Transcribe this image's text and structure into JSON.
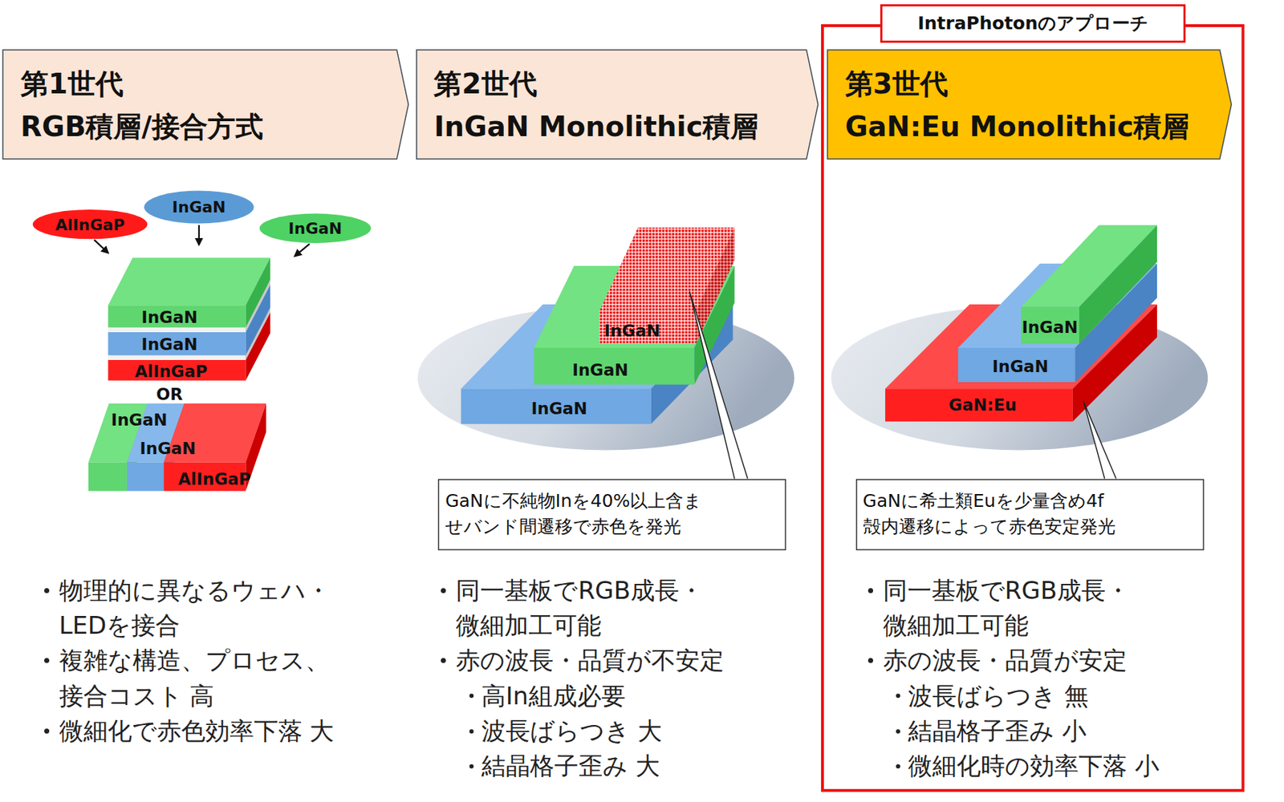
{
  "diagram": {
    "nodes": [
      {
        "text": [
          "第1世代",
          "RGB積層/接合方式"
        ]
      },
      {
        "text": [
          "第2世代",
          "InGaN Monolithic積層"
        ]
      },
      {
        "text": [
          "IntraPhotonのアプローチ"
        ]
      },
      {
        "text": [
          "第3世代",
          "GaN:Eu Monolithic積層"
        ],
        "in": 2
      },
      {
        "text": [
          "GaNに不純物Inを40%以上含ま せバンド間遷移で赤色を発光"
        ]
      },
      {
        "text": [
          "GaNに希土類Euを少量含め4f 殻内遷移によって赤色安定発光"
        ],
        "in": 2
      }
    ],
    "labels": [
      "AlInGaP",
      "InGaN",
      "InGaN",
      "InGaN",
      "InGaN",
      "AlInGaP",
      "OR",
      "InGaN",
      "InGaN",
      "AlInGaP",
      "InGaN",
      "InGaN",
      "InGaN",
      "InGaN",
      "InGaN",
      "GaN:Eu",
      "物理的に異なるウェハ・ LEDを接合",
      "複雑な構造、プロセス、 接合コスト 高",
      "微細化で赤色効率下落 大",
      "同一基板でRGB成長・ 微細加工可能",
      "赤の波長・品質が不安定",
      "高In組成必要",
      "波長ばらつき 大",
      "結晶格子歪み 大",
      "同一基板でRGB成長・ 微細加工可能",
      "赤の波長・品質が安定",
      "波長ばらつき 無",
      "結晶格子歪み 小",
      "微細化時の効率下落 小"
    ]
  }
}
